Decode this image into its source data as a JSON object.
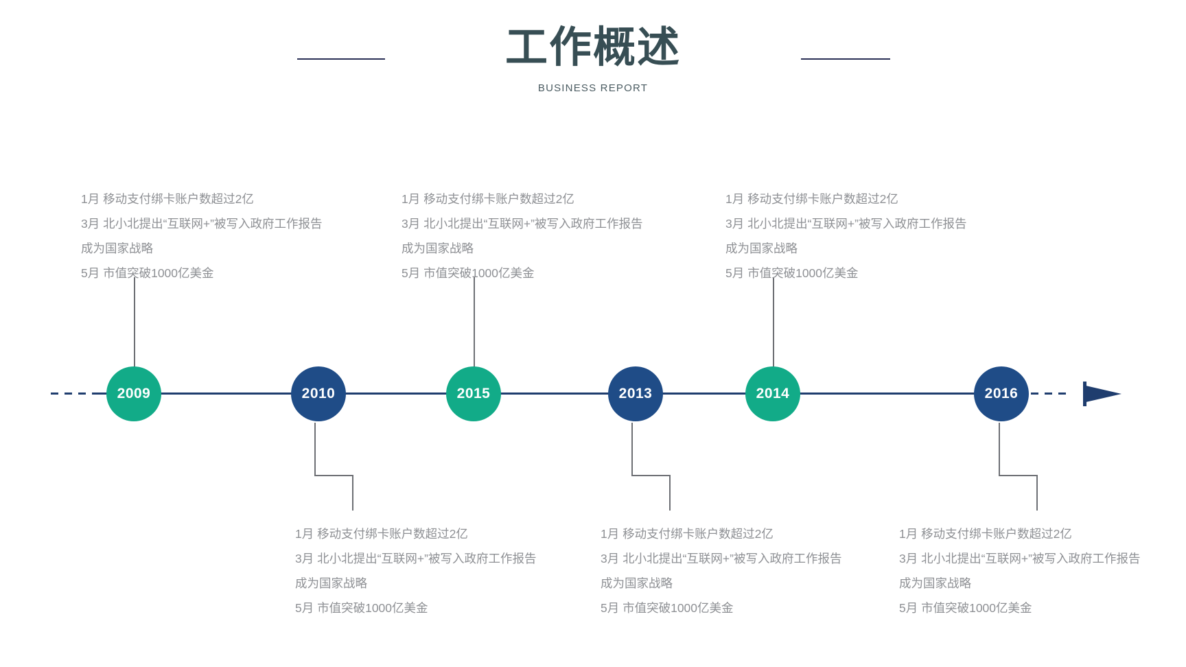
{
  "header": {
    "title": "工作概述",
    "subtitle": "BUSINESS REPORT"
  },
  "colors": {
    "title_text": "#374e54",
    "teal_node": "#12ab88",
    "navy_node": "#1f4c87",
    "axis": "#1f3d6e",
    "body_text": "#8e9094",
    "connector": "#6d6f74",
    "rule": "#2a2f55"
  },
  "timeline": {
    "arrow_direction": "right",
    "nodes": [
      {
        "year": "2009",
        "color": "teal",
        "position": "above",
        "lines": [
          "1月  移动支付绑卡账户数超过2亿",
          "3月  北小北提出“互联网+”被写入政府工作报告",
          "成为国家战略",
          "5月  市值突破1000亿美金"
        ]
      },
      {
        "year": "2010",
        "color": "navy",
        "position": "below",
        "lines": [
          "1月  移动支付绑卡账户数超过2亿",
          "3月  北小北提出“互联网+”被写入政府工作报告",
          "成为国家战略",
          "5月  市值突破1000亿美金"
        ]
      },
      {
        "year": "2015",
        "color": "teal",
        "position": "above",
        "lines": [
          "1月  移动支付绑卡账户数超过2亿",
          "3月  北小北提出“互联网+”被写入政府工作报告",
          "成为国家战略",
          "5月  市值突破1000亿美金"
        ]
      },
      {
        "year": "2013",
        "color": "navy",
        "position": "below",
        "lines": [
          "1月  移动支付绑卡账户数超过2亿",
          "3月  北小北提出“互联网+”被写入政府工作报告",
          "成为国家战略",
          "5月  市值突破1000亿美金"
        ]
      },
      {
        "year": "2014",
        "color": "teal",
        "position": "above",
        "lines": [
          "1月  移动支付绑卡账户数超过2亿",
          "3月  北小北提出“互联网+”被写入政府工作报告",
          "成为国家战略",
          "5月  市值突破1000亿美金"
        ]
      },
      {
        "year": "2016",
        "color": "navy",
        "position": "below",
        "lines": [
          "1月  移动支付绑卡账户数超过2亿",
          "3月  北小北提出“互联网+”被写入政府工作报告",
          "成为国家战略",
          "5月  市值突破1000亿美金"
        ]
      }
    ]
  }
}
